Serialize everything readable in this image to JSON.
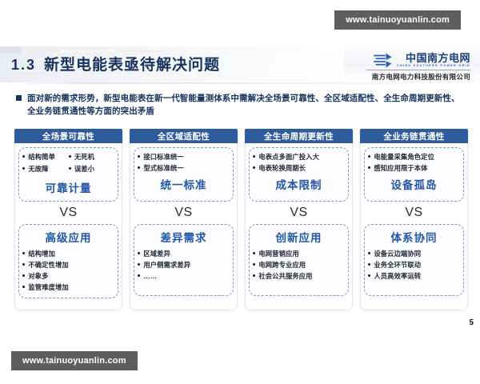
{
  "watermarks": {
    "top": "www.tainuoyuanlin.com",
    "bottom": "www.tainuoyuanlin.com"
  },
  "header": {
    "section_number": "1.3",
    "title": "新型电能表亟待解决问题",
    "logo": {
      "mark": "csg-power-grid-logo",
      "name_cn": "中国南方电网",
      "name_en": "CHINA SOUTHERN POWER GRID",
      "subsidiary": "南方电网电力科技股份有限公司"
    }
  },
  "lead": {
    "bullet": "square-bullet",
    "text": "面对新的需求形势，新型电能表在新一代智能量测体系中需解决全场景可靠性、全区域适配性、全生命周期更新性、全业务链贯通性等方面的突出矛盾"
  },
  "vs_label": "VS",
  "columns": [
    {
      "header": "全场景可靠性",
      "top": {
        "bullets": [
          "结构简单",
          "无死机",
          "无故障",
          "误差小"
        ],
        "layout": "pair",
        "title": "可靠计量"
      },
      "bottom": {
        "title": "高级应用",
        "bullets": [
          "结构增加",
          "不确定性增加",
          "对象多",
          "监管难度增加"
        ],
        "layout": "list"
      }
    },
    {
      "header": "全区域适配性",
      "top": {
        "bullets": [
          "接口标准统一",
          "型式标准统一"
        ],
        "layout": "list",
        "title": "统一标准"
      },
      "bottom": {
        "title": "差异需求",
        "bullets": [
          "区域差异",
          "用户侧需求差异",
          "……"
        ],
        "layout": "list"
      }
    },
    {
      "header": "全生命周期更新性",
      "top": {
        "bullets": [
          "电表点多面广投入大",
          "电表轮换周期长"
        ],
        "layout": "list",
        "title": "成本限制"
      },
      "bottom": {
        "title": "创新应用",
        "bullets": [
          "电网营销应用",
          "电网跨专业应用",
          "社会公共服务应用"
        ],
        "layout": "list"
      }
    },
    {
      "header": "全业务链贯通性",
      "top": {
        "bullets": [
          "电能量采集角色定位",
          "感知应用限于本体"
        ],
        "layout": "list",
        "title": "设备孤岛"
      },
      "bottom": {
        "title": "体系协同",
        "bullets": [
          "设备云边端协同",
          "业务全环节联动",
          "人员高效率运转"
        ],
        "layout": "list"
      }
    }
  ],
  "page_number": "5",
  "colors": {
    "header_blue": "#2d5b9b",
    "title_navy": "#16335e",
    "card_title_blue": "#2157a8",
    "dashed_border": "#7f97c4",
    "watermark_bg": "#5e5e5e"
  }
}
